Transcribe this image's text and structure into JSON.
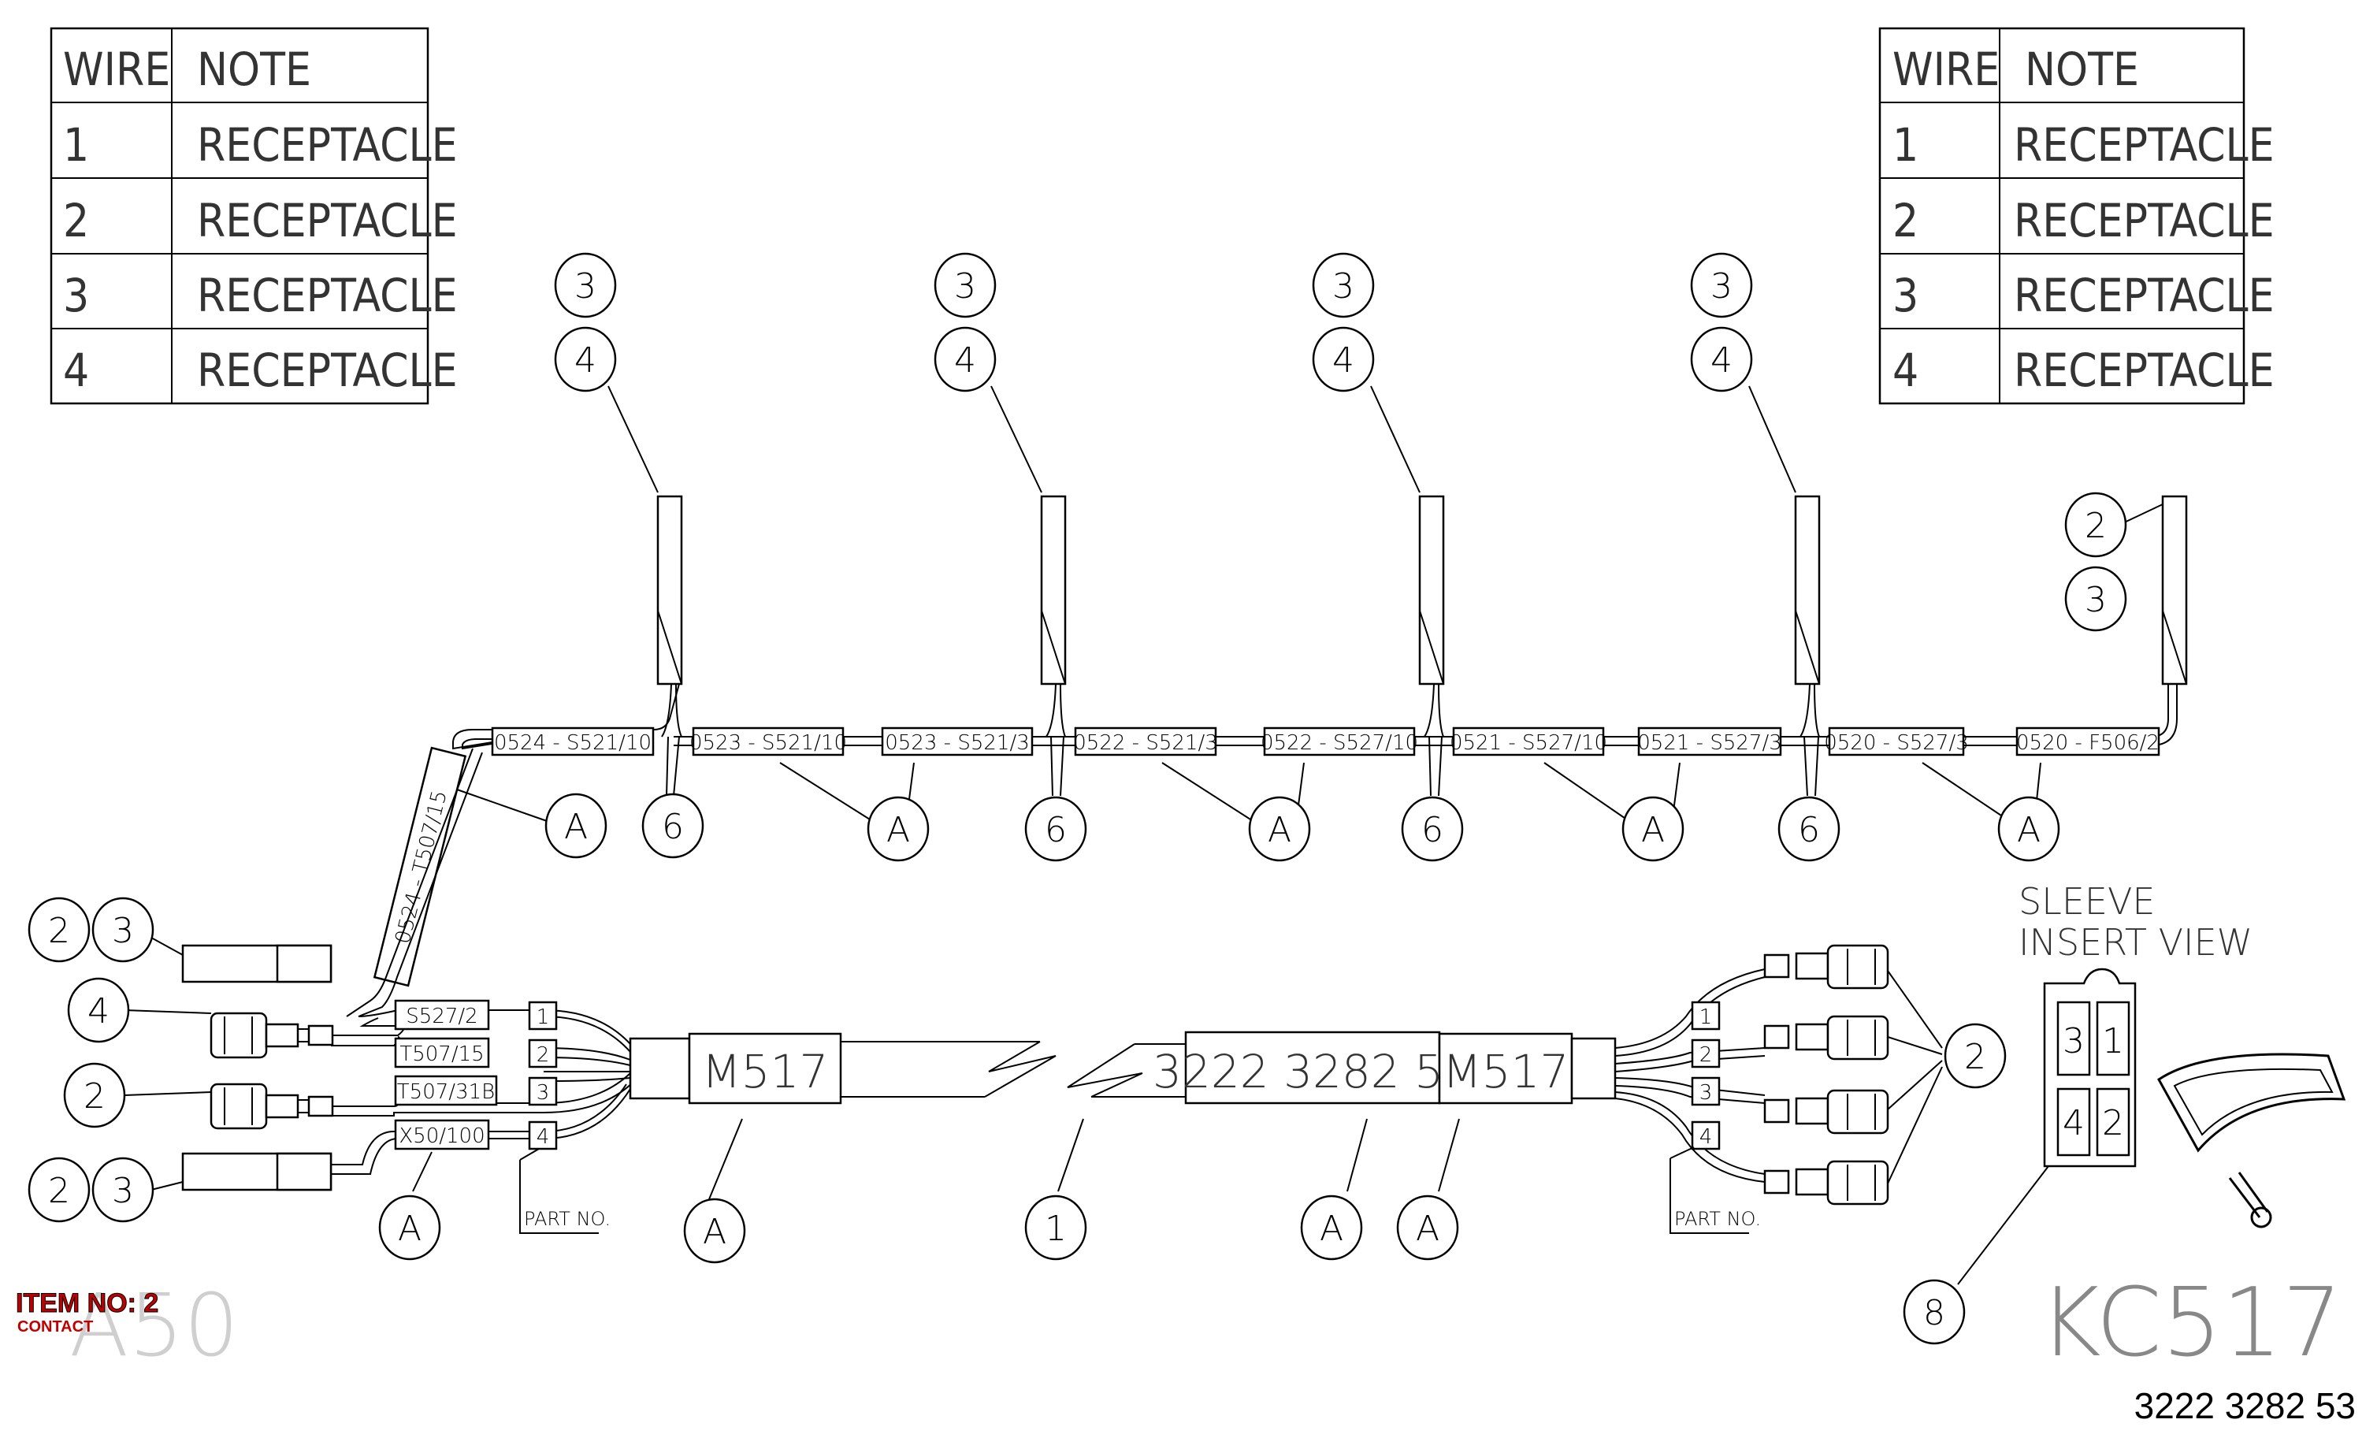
{
  "tables": {
    "left": {
      "header": [
        "WIRE",
        "NOTE"
      ],
      "rows": [
        [
          "1",
          "RECEPTACLE"
        ],
        [
          "2",
          "RECEPTACLE"
        ],
        [
          "3",
          "RECEPTACLE"
        ],
        [
          "4",
          "RECEPTACLE"
        ]
      ]
    },
    "right": {
      "header": [
        "WIRE",
        "NOTE"
      ],
      "rows": [
        [
          "1",
          "RECEPTACLE"
        ],
        [
          "2",
          "RECEPTACLE"
        ],
        [
          "3",
          "RECEPTACLE"
        ],
        [
          "4",
          "RECEPTACLE"
        ]
      ]
    }
  },
  "wire_labels_top": [
    "0524 - S521/10",
    "0523 - S521/10",
    "0523 - S521/3",
    "0522 - S521/3",
    "0522 - S527/10",
    "0521 - S527/10",
    "0521 - S527/3",
    "0520 - S527/3",
    "0520 - F506/2"
  ],
  "wire_label_diagonal": "0524 - T507/15",
  "left_wire_labels": [
    "S527/2",
    "T507/15",
    "T507/31B",
    "X50/100"
  ],
  "pin_numbers": [
    "1",
    "2",
    "3",
    "4"
  ],
  "part_no_label": "PART NO.",
  "harness_labels": {
    "m517": "M517",
    "part_number": "3222 3282 53"
  },
  "bubbles": {
    "n1": "1",
    "n2": "2",
    "n3": "3",
    "n4": "4",
    "n6": "6",
    "n8": "8",
    "a": "A"
  },
  "sleeve": {
    "line1": "SLEEVE",
    "line2": "INSERT VIEW",
    "cavities": [
      "3",
      "1",
      "4",
      "2"
    ]
  },
  "connector_name": "KC517",
  "item_stamp": {
    "line1": "ITEM NO: 2",
    "line2": "CONTACT"
  },
  "background_mark": "A50",
  "drawing_number": "3222 3282 53"
}
